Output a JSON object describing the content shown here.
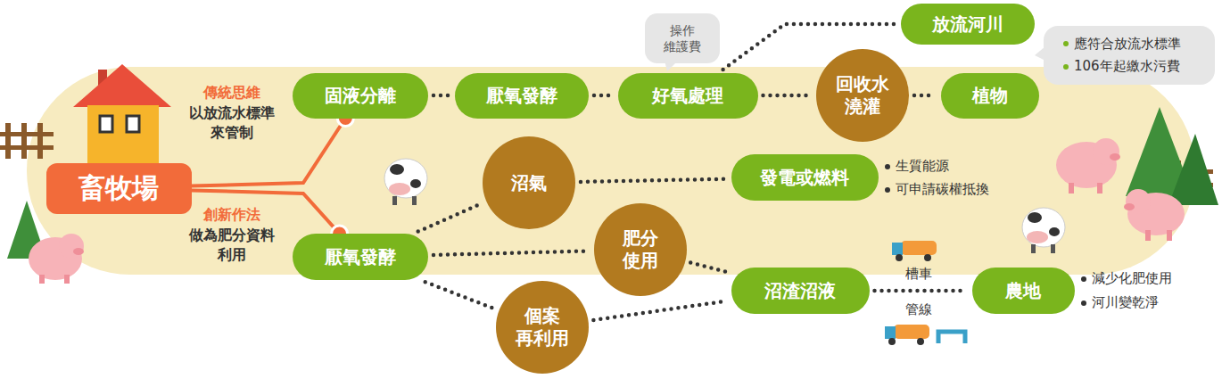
{
  "diagram": {
    "nodes": [
      {
        "text": [
          "畜牧場"
        ]
      },
      {
        "text": [
          "固液分離"
        ]
      },
      {
        "text": [
          "厭氧發酵"
        ]
      },
      {
        "text": [
          "好氧處理"
        ]
      },
      {
        "text": [
          "放流河川"
        ]
      },
      {
        "text": [
          "回收水 澆灌"
        ]
      },
      {
        "text": [
          "植物"
        ]
      },
      {
        "text": [
          "沼氣"
        ]
      },
      {
        "text": [
          "發電或燃料"
        ]
      },
      {
        "text": [
          "厭氧發酵"
        ]
      },
      {
        "text": [
          "肥分 使用"
        ]
      },
      {
        "text": [
          "個案 再利用"
        ]
      },
      {
        "text": [
          "沼渣沼液"
        ]
      },
      {
        "text": [
          "農地"
        ]
      },
      {
        "text": [
          "操作 維護費"
        ]
      },
      {
        "text": [
          "應符合放流水標準",
          "106年起繳水污費"
        ]
      }
    ],
    "edges": [
      {
        "from": 0,
        "to": 1,
        "arrow": "none"
      },
      {
        "from": 0,
        "to": 9,
        "arrow": "none"
      },
      {
        "from": 1,
        "to": 2,
        "arrow": "none"
      },
      {
        "from": 2,
        "to": 3,
        "arrow": "none"
      },
      {
        "from": 3,
        "to": 4,
        "arrow": "none"
      },
      {
        "from": 3,
        "to": 5,
        "arrow": "none"
      },
      {
        "from": 5,
        "to": 6,
        "arrow": "none"
      },
      {
        "from": 9,
        "to": 7,
        "arrow": "none"
      },
      {
        "from": 7,
        "to": 8,
        "arrow": "none"
      },
      {
        "from": 9,
        "to": 10,
        "arrow": "none"
      },
      {
        "from": 9,
        "to": 11,
        "arrow": "none"
      },
      {
        "from": 10,
        "to": 12,
        "arrow": "none"
      },
      {
        "from": 11,
        "to": 12,
        "arrow": "none"
      },
      {
        "from": 12,
        "to": 13,
        "arrow": "none"
      }
    ],
    "labels": [
      "傳統思維",
      "以放流水標準 來管制",
      "創新作法",
      "做為肥分資料 利用",
      "生質能源",
      "可申請碳權抵換",
      "槽車",
      "管線",
      "減少化肥使用",
      "河川變乾淨"
    ]
  }
}
